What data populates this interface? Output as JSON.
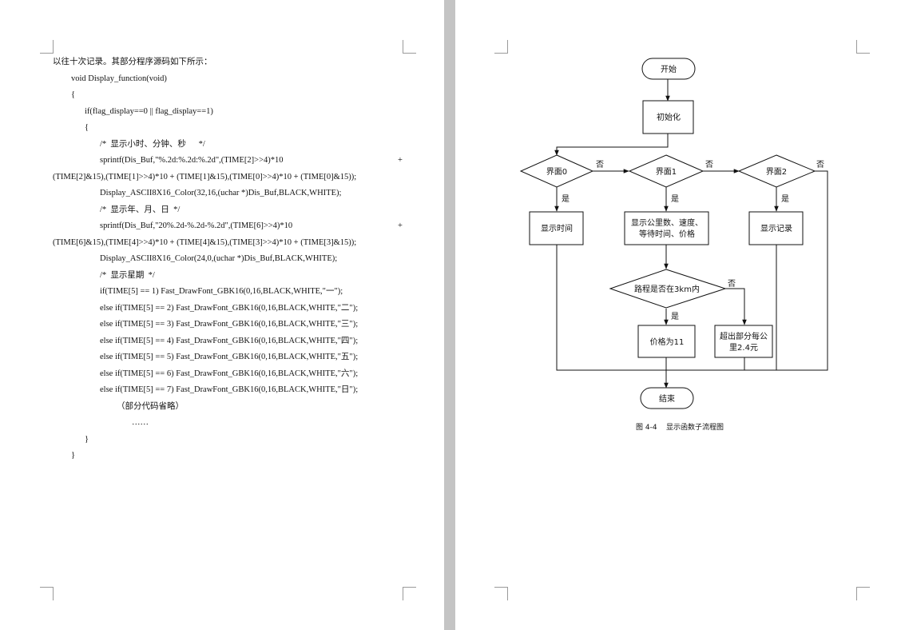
{
  "left_page": {
    "code_lines": [
      "以往十次记录。其部分程序源码如下所示：",
      "void Display_function(void)",
      "{",
      "if(flag_display==0 || flag_display==1)",
      "{",
      "/*  显示小时、分钟、秒      */",
      "sprintf(Dis_Buf,\"%.2d:%.2d:%.2d\",(TIME[2]>>4)*10",
      "(TIME[2]&15),(TIME[1]>>4)*10 + (TIME[1]&15),(TIME[0]>>4)*10 + (TIME[0]&15));",
      "Display_ASCII8X16_Color(32,16,(uchar *)Dis_Buf,BLACK,WHITE);",
      "/*  显示年、月、日  */",
      "sprintf(Dis_Buf,\"20%.2d-%.2d-%.2d\",(TIME[6]>>4)*10",
      "(TIME[6]&15),(TIME[4]>>4)*10 + (TIME[4]&15),(TIME[3]>>4)*10 + (TIME[3]&15));",
      "Display_ASCII8X16_Color(24,0,(uchar *)Dis_Buf,BLACK,WHITE);",
      "/*  显示星期  */",
      "if(TIME[5] == 1) Fast_DrawFont_GBK16(0,16,BLACK,WHITE,\"一\");",
      "else if(TIME[5] == 2) Fast_DrawFont_GBK16(0,16,BLACK,WHITE,\"二\");",
      "else if(TIME[5] == 3) Fast_DrawFont_GBK16(0,16,BLACK,WHITE,\"三\");",
      "else if(TIME[5] == 4) Fast_DrawFont_GBK16(0,16,BLACK,WHITE,\"四\");",
      "else if(TIME[5] == 5) Fast_DrawFont_GBK16(0,16,BLACK,WHITE,\"五\");",
      "else if(TIME[5] == 6) Fast_DrawFont_GBK16(0,16,BLACK,WHITE,\"六\");",
      "else if(TIME[5] == 7) Fast_DrawFont_GBK16(0,16,BLACK,WHITE,\"日\");",
      "（部分代码省略）",
      "……",
      "}",
      "}"
    ],
    "plus_sign": "+"
  },
  "flowchart": {
    "start": "开始",
    "init": "初始化",
    "screen0": "界面0",
    "screen1": "界面1",
    "screen2": "界面2",
    "yes": "是",
    "no": "否",
    "show_time": "显示时间",
    "show_distance_line1": "显示公里数、速度、",
    "show_distance_line2": "等待时间、价格",
    "show_records": "显示记录",
    "within_3km": "路程是否在3km内",
    "price_11": "价格为11",
    "extra_line1": "超出部分每公",
    "extra_line2": "里2.4元",
    "end": "结束"
  },
  "caption": "图 4-4    显示函数子流程图"
}
